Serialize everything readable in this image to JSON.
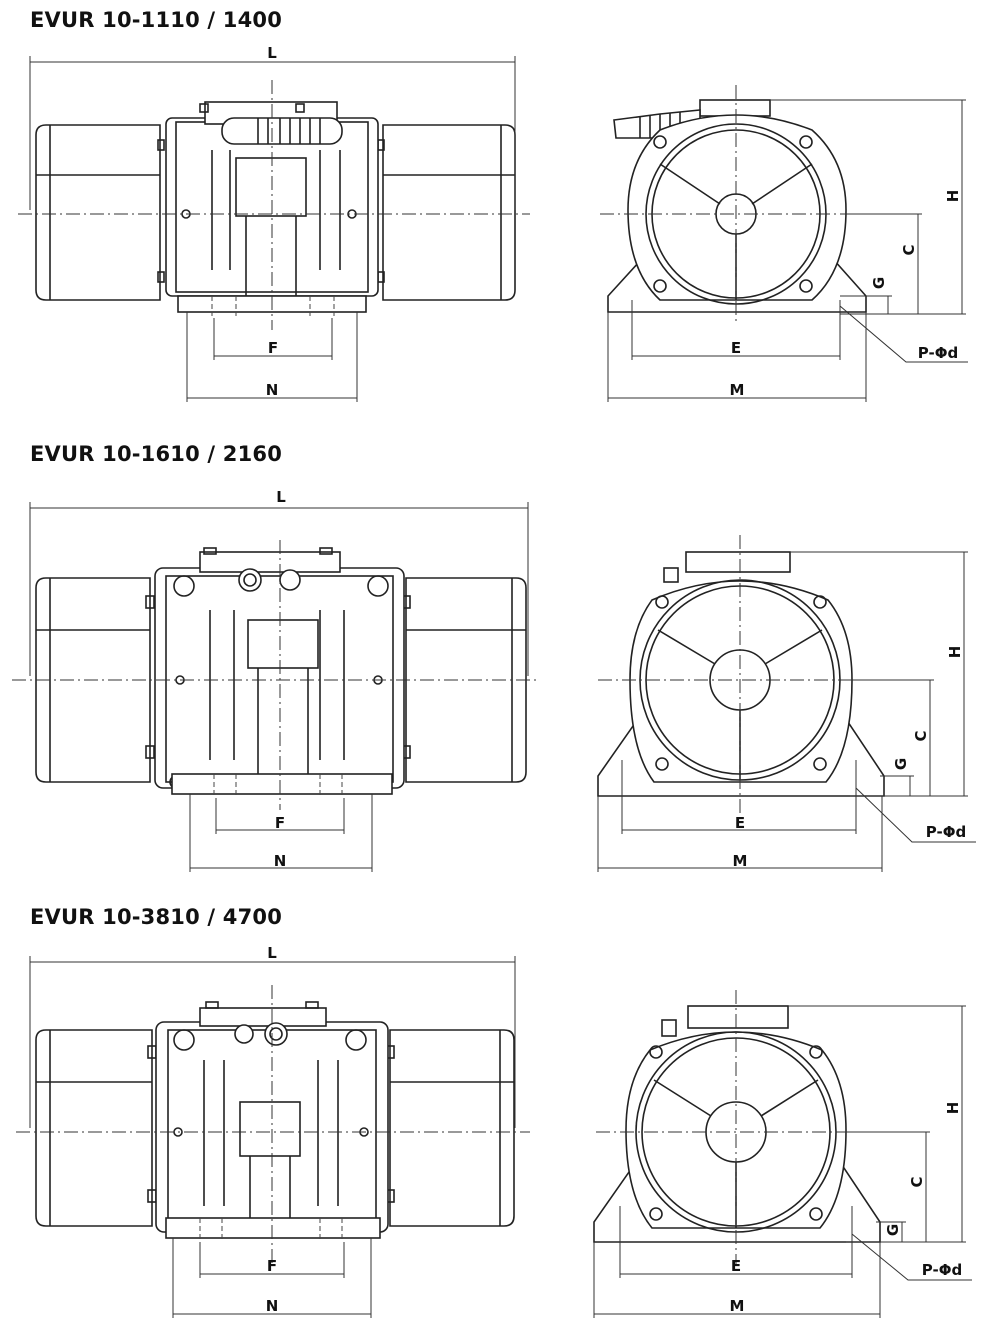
{
  "sections": [
    {
      "title": "EVUR 10-1110 / 1400",
      "labels": {
        "L": "L",
        "F": "F",
        "N": "N",
        "H": "H",
        "C": "C",
        "G": "G",
        "E": "E",
        "M": "M",
        "Pd": "P-Φd"
      }
    },
    {
      "title": "EVUR 10-1610 / 2160",
      "labels": {
        "L": "L",
        "F": "F",
        "N": "N",
        "H": "H",
        "C": "C",
        "G": "G",
        "E": "E",
        "M": "M",
        "Pd": "P-Φd"
      }
    },
    {
      "title": "EVUR 10-3810 / 4700",
      "labels": {
        "L": "L",
        "F": "F",
        "N": "N",
        "H": "H",
        "C": "C",
        "G": "G",
        "E": "E",
        "M": "M",
        "Pd": "P-Φd"
      }
    }
  ]
}
